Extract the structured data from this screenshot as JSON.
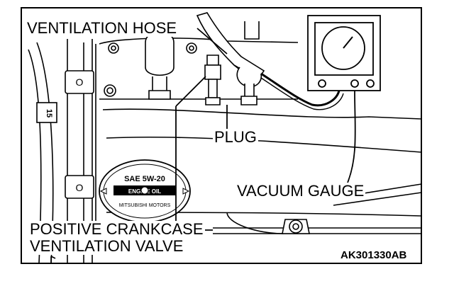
{
  "labels": {
    "ventilation_hose": "VENTILATION HOSE",
    "plug": "PLUG",
    "vacuum_gauge": "VACUUM GAUGE",
    "pcv_line1": "POSITIVE CRANKCASE",
    "pcv_line2": "VENTILATION VALVE"
  },
  "figure_code": "AK301330AB",
  "engine_marks": {
    "clip_text": "15",
    "left_marker": "O",
    "left_marker_lower": "O",
    "cap_line1": "SAE 5W-20",
    "cap_line2": "ENGINE OIL",
    "cap_line3": "MITSUBISHI MOTORS"
  },
  "colors": {
    "ink": "#000000",
    "paper": "#ffffff"
  }
}
